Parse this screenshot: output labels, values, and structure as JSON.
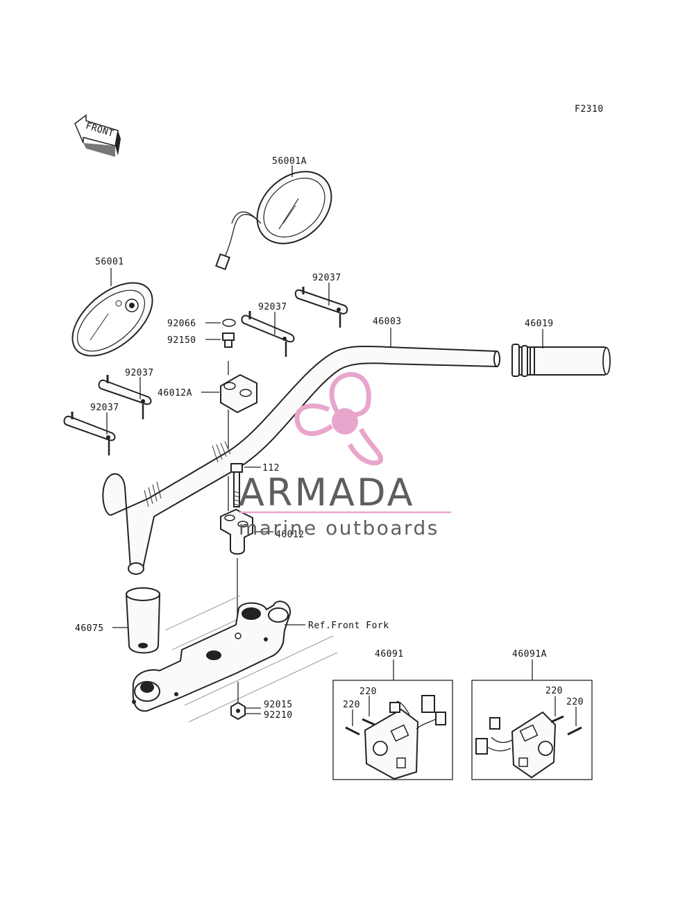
{
  "figure_code": "F2310",
  "front_label": "FRONT",
  "parts": {
    "mirror_right": "56001A",
    "mirror_left": "56001",
    "clamp_a": "92037",
    "clamp_b": "92037",
    "clamp_c": "92037",
    "clamp_d": "92037",
    "handlebar": "46003",
    "throttle_grip": "46019",
    "ring": "92066",
    "bolt_upper": "92150",
    "holder_upper": "46012A",
    "bolt_long": "112",
    "holder_lower": "46012",
    "left_grip": "46075",
    "fork_ref": "Ref.Front Fork",
    "nut_a": "92015",
    "nut_b": "92210",
    "switch_left": "46091",
    "switch_left_screw_a": "220",
    "switch_left_screw_b": "220",
    "switch_right": "46091A",
    "switch_right_screw_a": "220",
    "switch_right_screw_b": "220"
  },
  "watermark": {
    "brand": "ARMADA",
    "tagline": "marine outboards",
    "logo_color": "#e8a6cc",
    "text_color": "#5e5e5e"
  }
}
